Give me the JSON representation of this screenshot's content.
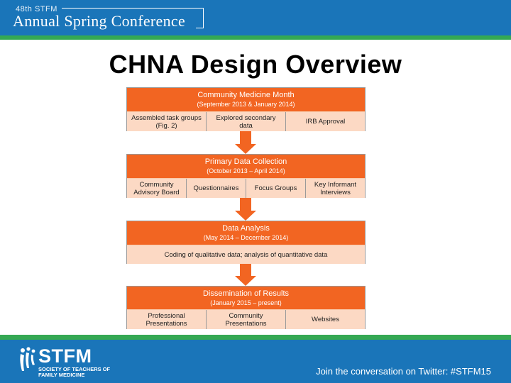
{
  "header": {
    "edition": "48th STFM",
    "conference": "Annual Spring Conference"
  },
  "title": "CHNA Design Overview",
  "stages": [
    {
      "title": "Community Medicine Month",
      "dates": "(September 2013 & January 2014)",
      "items": [
        "Assembled task groups (Fig. 2)",
        "Explored secondary data",
        "IRB Approval"
      ]
    },
    {
      "title": "Primary Data Collection",
      "dates": "(October 2013 – April 2014)",
      "items": [
        "Community Advisory Board",
        "Questionnaires",
        "Focus Groups",
        "Key Informant Interviews"
      ]
    },
    {
      "title": "Data Analysis",
      "dates": "(May 2014 – December 2014)",
      "items": [
        "Coding of qualitative data; analysis of quantitative data"
      ]
    },
    {
      "title": "Dissemination of Results",
      "dates": "(January 2015 – present)",
      "items": [
        "Professional Presentations",
        "Community Presentations",
        "Websites"
      ]
    }
  ],
  "footer": {
    "logo_text": "STFM",
    "logo_sub_1": "SOCIETY OF TEACHERS OF",
    "logo_sub_2": "FAMILY MEDICINE",
    "twitter": "Join the conversation on Twitter: #STFM15"
  },
  "colors": {
    "brand_blue": "#1a75b9",
    "brand_green": "#34a853",
    "stage_orange": "#f26522",
    "stage_light": "#fcd9c4"
  }
}
